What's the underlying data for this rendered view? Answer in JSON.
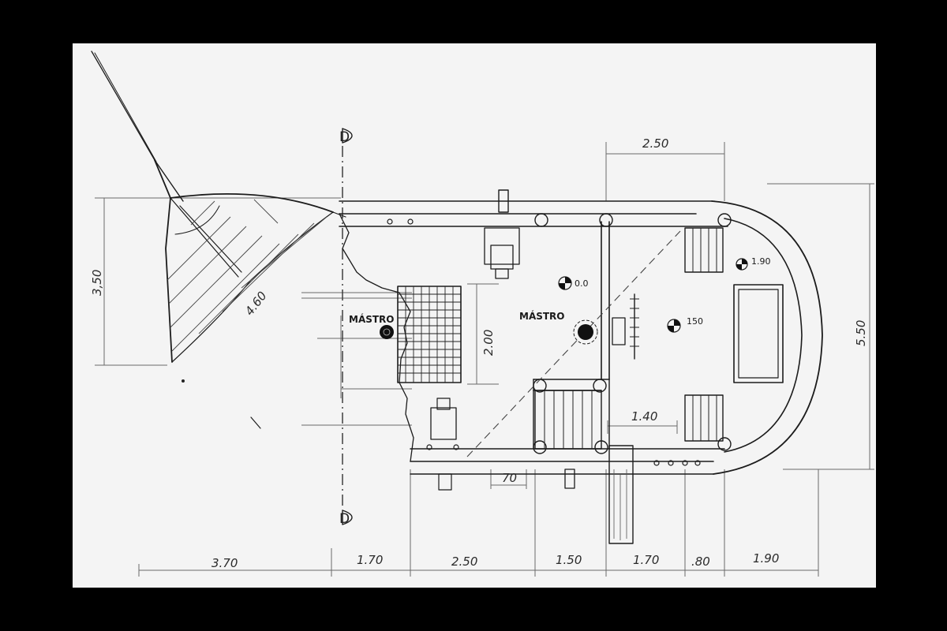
{
  "dimensions": {
    "top_2_50": "2.50",
    "left_3_50": "3,50",
    "diag_4_60": "4.60",
    "right_5_50": "5.50",
    "mid_2_00": "2.00",
    "inner_1_40": "1.40",
    "inner_70": "70",
    "bottom": [
      "3.70",
      "1.70",
      "2.50",
      "1.50",
      "1.70",
      ".80",
      "1.90"
    ]
  },
  "labels": {
    "mastro_left": "MÁSTRO",
    "mastro_center": "MÁSTRO",
    "level_0_0": "0.0",
    "level_150": "150",
    "level_190": "1.90"
  },
  "section_marks": {
    "top": "D",
    "bottom": "D"
  },
  "colors": {
    "ink": "#1c1c1c",
    "paper": "#f4f4f4",
    "background": "#000000"
  }
}
